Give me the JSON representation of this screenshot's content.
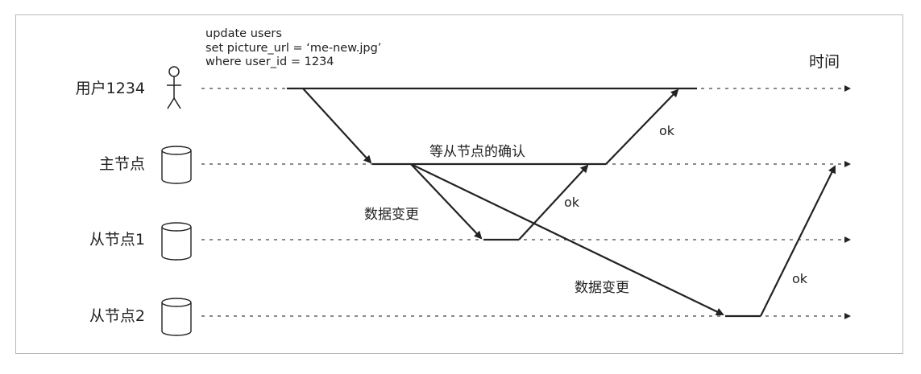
{
  "time_label": "时间",
  "sql": {
    "line1": "update users",
    "line2": "set picture_url = ‘me-new.jpg’",
    "line3": "where user_id = 1234"
  },
  "nodes": {
    "user": "用户1234",
    "leader": "主节点",
    "follower1": "从节点1",
    "follower2": "从节点2"
  },
  "messages": {
    "wait_ack": "等从节点的确认",
    "data_change_1": "数据变更",
    "data_change_2": "数据变更",
    "ok_1": "ok",
    "ok_2": "ok",
    "ok_3": "ok"
  }
}
